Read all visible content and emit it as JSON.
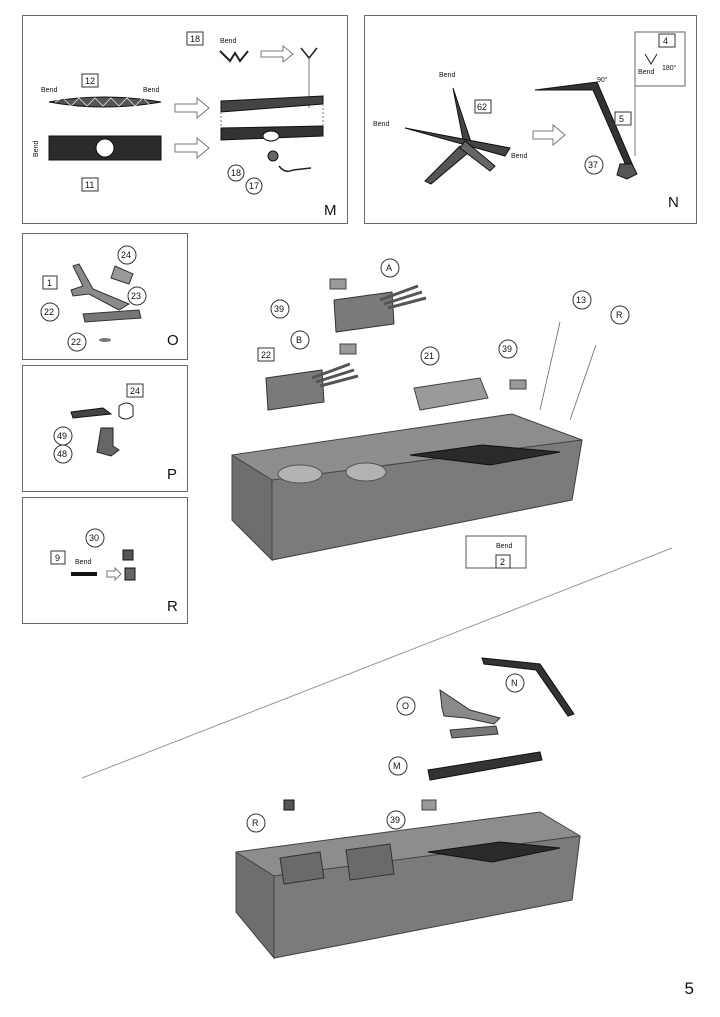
{
  "page_number": "5",
  "bend_text": "Bend",
  "small_annotations": {
    "n_angle_1": "90°",
    "n_angle_2": "180°"
  },
  "panels": {
    "M": {
      "letter": "M",
      "callouts": {
        "c18_top": "18",
        "c12": "12",
        "c11": "11",
        "c18_bottom": "18",
        "c17": "17"
      }
    },
    "N": {
      "letter": "N",
      "callouts": {
        "c4": "4",
        "c62": "62",
        "c5": "5",
        "c37": "37"
      }
    },
    "O": {
      "letter": "O",
      "callouts": {
        "c24": "24",
        "c1": "1",
        "c23": "23",
        "c22a": "22",
        "c22b": "22"
      }
    },
    "P": {
      "letter": "P",
      "callouts": {
        "c24": "24",
        "c49": "49",
        "c48": "48"
      }
    },
    "R": {
      "letter": "R",
      "callouts": {
        "c30": "30",
        "c9": "9"
      }
    }
  },
  "assembly_top": {
    "callouts": {
      "A": "A",
      "c39a": "39",
      "B": "B",
      "c22": "22",
      "c21": "21",
      "c39b": "39",
      "c13": "13",
      "R": "R",
      "c2": "2"
    }
  },
  "assembly_bottom": {
    "callouts": {
      "N": "N",
      "O": "O",
      "M": "M",
      "R": "R",
      "c39": "39"
    }
  },
  "colors": {
    "hull": "#8d8d8d",
    "hull_dark": "#6e6e6e",
    "hull_light": "#b3b3b3",
    "deck_dark": "#2a2a2a",
    "line": "#333333"
  }
}
